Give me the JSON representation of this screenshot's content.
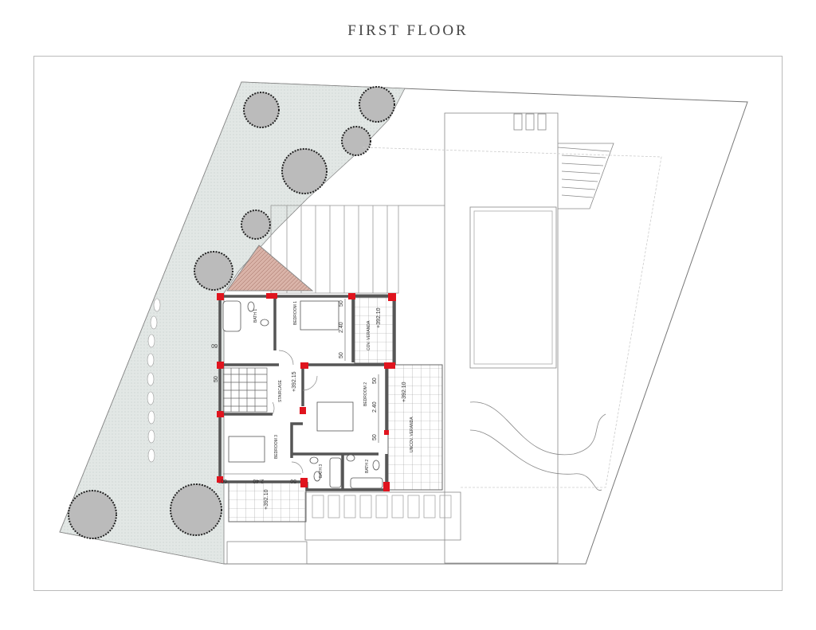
{
  "title": "FIRST FLOOR",
  "rooms": {
    "bedroom1": "BEDROOM 1",
    "bedroom2": "BEDROOM 2",
    "bedroom3": "BEDROOM 3",
    "bath1": "BATH 1",
    "bath2": "BATH 2",
    "bath3": "BATH 3",
    "staircase": "STAIRCASE",
    "veranda": "COV. VERANDA",
    "uncov_veranda": "UNCOV. VERANDA"
  },
  "levels": {
    "staircase": "+392.15",
    "veranda_top": "+392.10",
    "veranda_right": "+392.10",
    "veranda_bottom": "+392.10"
  },
  "dimensions": {
    "bed1_a": "50",
    "bed1_b": "2.40",
    "bed1_c": "50",
    "bed2_a": "50",
    "bed2_b": "2.40",
    "bed2_c": "50",
    "bed3_a": "60",
    "bed3_b": "2.40",
    "bed3_c": "50",
    "left_a": "60",
    "left_b": "50"
  },
  "colors": {
    "wall": "#555555",
    "column": "#e0141e",
    "garden": "#e4e8e6",
    "roof": "#c99a8e"
  }
}
